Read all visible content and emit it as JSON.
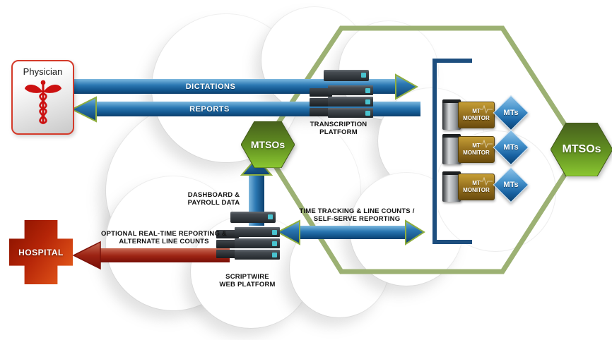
{
  "physician": {
    "label": "Physician"
  },
  "hospital": {
    "label": "HOSPITAL"
  },
  "flows": {
    "dictations": "DICTATIONS",
    "reports": "REPORTS",
    "dashboard": [
      "DASHBOARD &",
      "PAYROLL DATA"
    ],
    "time_tracking": [
      "TIME TRACKING & LINE COUNTS /",
      "SELF-SERVE REPORTING"
    ],
    "optional": [
      "OPTIONAL REAL-TIME REPORTING &",
      "ALTERNATE LINE COUNTS"
    ]
  },
  "platforms": {
    "transcription": [
      "TRANSCRIPTION",
      "PLATFORM"
    ],
    "scriptwire": [
      "SCRIPTWIRE",
      "WEB PLATFORM"
    ]
  },
  "hubs": {
    "left": "MTSOs",
    "right": "MTSOs"
  },
  "mt_units": [
    {
      "monitor": [
        "MT",
        "MONITOR"
      ],
      "mts": "MTs"
    },
    {
      "monitor": [
        "MT",
        "MONITOR"
      ],
      "mts": "MTs"
    },
    {
      "monitor": [
        "MT",
        "MONITOR"
      ],
      "mts": "MTs"
    }
  ],
  "colors": {
    "arrow_blue": "#2a77b2",
    "arrow_red": "#9c2313",
    "hex_solid_green": "#5d8a1e",
    "hex_outline_green": "#9cb173",
    "bracket_navy": "#1d4e7e",
    "monitor_gold": "#9a7420",
    "diamond_blue": "#1760a0",
    "caduceus_red": "#cc1111"
  }
}
